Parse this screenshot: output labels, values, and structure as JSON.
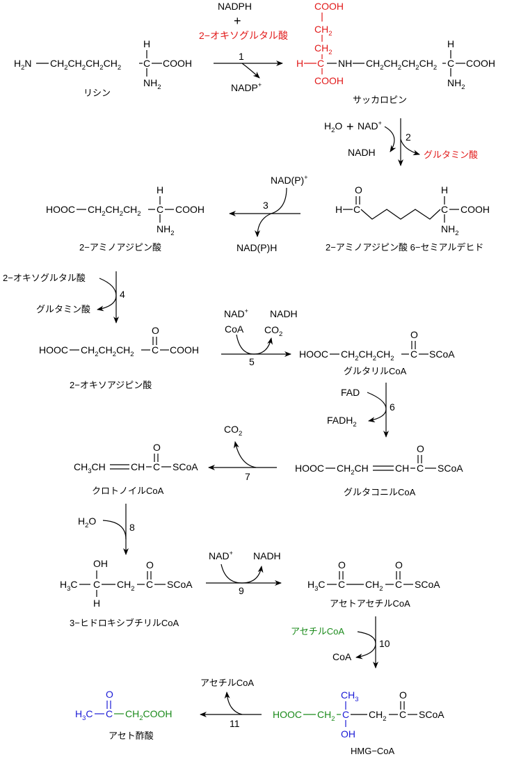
{
  "colors": {
    "red": "#e11919",
    "green": "#1a8a1a",
    "blue": "#1a1ad6",
    "black": "#000000"
  },
  "compounds": {
    "lysine": "リシン",
    "saccharopine": "サッカロピン",
    "aminoadipic_semialdehyde": "2−アミノアジピン酸 6−セミアルデヒド",
    "aminoadipic_acid": "2−アミノアジピン酸",
    "oxoadipic_acid": "2−オキソアジピン酸",
    "glutaryl_coa": "グルタリルCoA",
    "glutaconyl_coa": "グルタコニルCoA",
    "crotonoyl_coa": "クロトノイルCoA",
    "hydroxybutyryl_coa": "3−ヒドロキシブチリルCoA",
    "acetoacetyl_coa": "アセトアセチルCoA",
    "hmg_coa": "HMG−CoA",
    "acetoacetate": "アセト酢酸"
  },
  "steps": {
    "s1": {
      "num": "1",
      "in1": "NADPH",
      "plus": "+",
      "in2": "2−オキソグルタル酸",
      "out": "NADP"
    },
    "s2": {
      "num": "2",
      "in1": "H",
      "in2": "NAD",
      "out1": "NADH",
      "out2": "グルタミン酸"
    },
    "s3": {
      "num": "3",
      "in": "NAD(P)",
      "out": "NAD(P)H"
    },
    "s4": {
      "num": "4",
      "in": "2−オキソグルタル酸",
      "out": "グルタミン酸"
    },
    "s5": {
      "num": "5",
      "in1": "NAD",
      "in2": "CoA",
      "out1": "NADH",
      "out2": "CO"
    },
    "s6": {
      "num": "6",
      "in": "FAD",
      "out": "FADH"
    },
    "s7": {
      "num": "7",
      "out": "CO"
    },
    "s8": {
      "num": "8",
      "in": "H"
    },
    "s9": {
      "num": "9",
      "in": "NAD",
      "out": "NADH"
    },
    "s10": {
      "num": "10",
      "in": "アセチルCoA",
      "out": "CoA"
    },
    "s11": {
      "num": "11",
      "out": "アセチルCoA"
    }
  }
}
